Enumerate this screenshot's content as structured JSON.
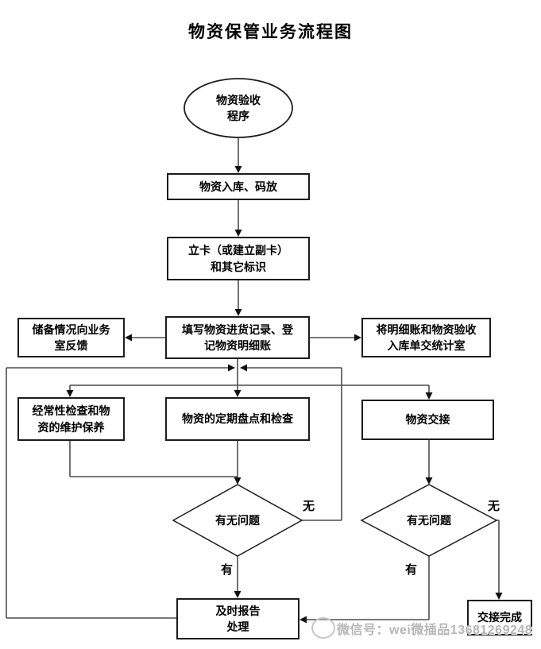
{
  "title": "物资保管业务流程图",
  "nodes": {
    "start": {
      "l1": "物资验收",
      "l2": "程序"
    },
    "warehouse": "物资入库、码放",
    "card": {
      "l1": "立卡（或建立副卡）",
      "l2": "和其它标识"
    },
    "record": {
      "l1": "填写物资进货记录、登",
      "l2": "记物资明细账"
    },
    "feedback": {
      "l1": "储备情况向业务",
      "l2": "室反馈"
    },
    "stats": {
      "l1": "将明细账和物资验收",
      "l2": "入库单交统计室"
    },
    "maintain": {
      "l1": "经常性检查和物",
      "l2": "资的维护保养"
    },
    "inventory": "物资的定期盘点和检查",
    "handover": "物资交接",
    "decision_left": "有无问题",
    "decision_right": "有无问题",
    "report": {
      "l1": "及时报告",
      "l2": "处理"
    },
    "done": "交接完成"
  },
  "labels": {
    "yes": "有",
    "no": "无"
  },
  "watermark": {
    "text": "微信号：wei微插品13681269248"
  },
  "colors": {
    "line": "#4d4d4d",
    "arrow": "#111111",
    "border": "#1c1c1c",
    "watermark": "#b6b6b6",
    "background": "#ffffff"
  }
}
